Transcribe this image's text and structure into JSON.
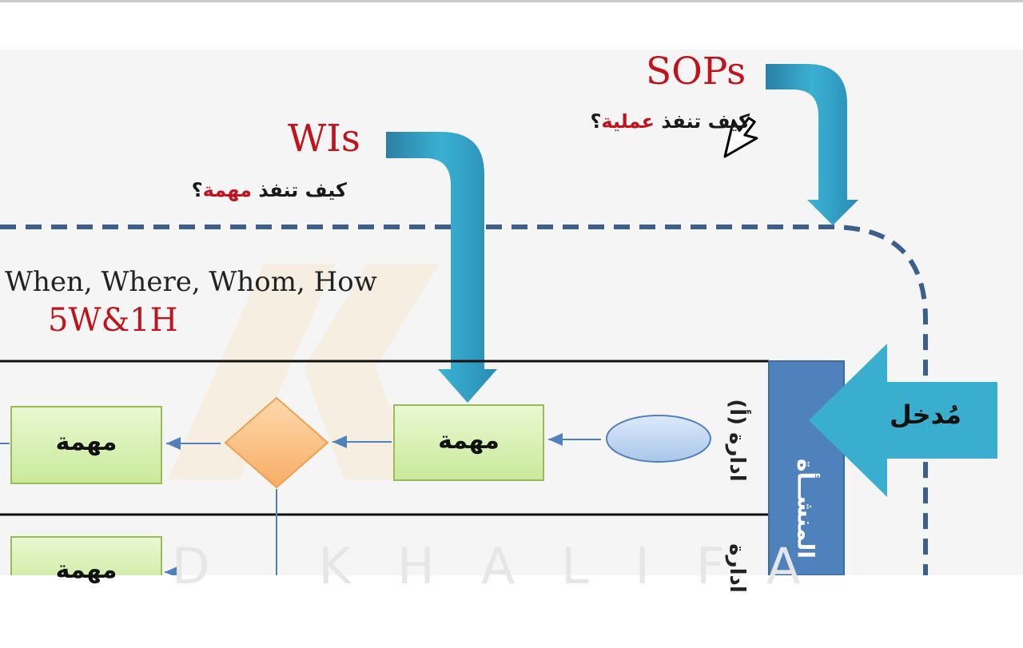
{
  "diagram": {
    "sops_label": "SOPs",
    "sops_question": {
      "prefix": "كيف تنفذ ",
      "highlight": "عملية",
      "suffix": "؟"
    },
    "wis_label": "WIs",
    "wis_question": {
      "prefix": "كيف تنفذ ",
      "highlight": "مهمة",
      "suffix": "؟"
    },
    "questions_line": "When, Where, Whom, How",
    "fivew_label": "5W&1H",
    "entry_label": "مُدخل",
    "org_label": "المنشــأة",
    "lane_a_label": "ادارة (أ)",
    "lane_b_label": "ادارة",
    "task_label": "مهمة",
    "watermark": "D KHALIFA",
    "colors": {
      "accent_red": "#c0141c",
      "arrow_teal": "#3aaecf",
      "dashed_border": "#3a5f8f",
      "org_bar": "#4f81bd",
      "task_fill": "#d8f0b0",
      "decision_fill": "#fbc48a",
      "event_fill": "#c9dcf3"
    }
  }
}
